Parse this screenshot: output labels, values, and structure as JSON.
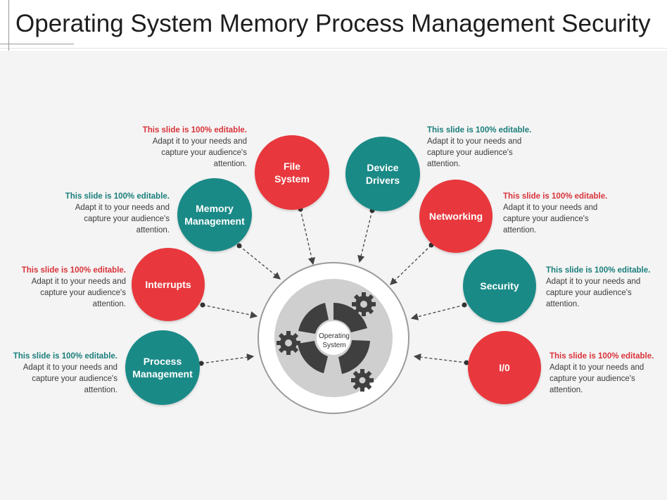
{
  "title": "Operating System Memory Process Management Security",
  "center": {
    "label": "Operating\nSystem"
  },
  "colors": {
    "red": "#e8383d",
    "teal": "#1a8a87",
    "gray": "#c9c9c9"
  },
  "nodes": [
    {
      "label": "File\nSystem",
      "color": "red"
    },
    {
      "label": "Device\nDrivers",
      "color": "teal"
    },
    {
      "label": "Memory\nManagement",
      "color": "teal"
    },
    {
      "label": "Networking",
      "color": "red"
    },
    {
      "label": "Interrupts",
      "color": "red"
    },
    {
      "label": "Security",
      "color": "teal"
    },
    {
      "label": "Process\nManagement",
      "color": "teal"
    },
    {
      "label": "I/0",
      "color": "red"
    }
  ],
  "note": {
    "highlight": "This slide is 100% editable.",
    "body": " Adapt it to your needs and capture your audience's attention."
  },
  "icons": [
    "gear-icon",
    "gear-icon",
    "gear-icon"
  ]
}
